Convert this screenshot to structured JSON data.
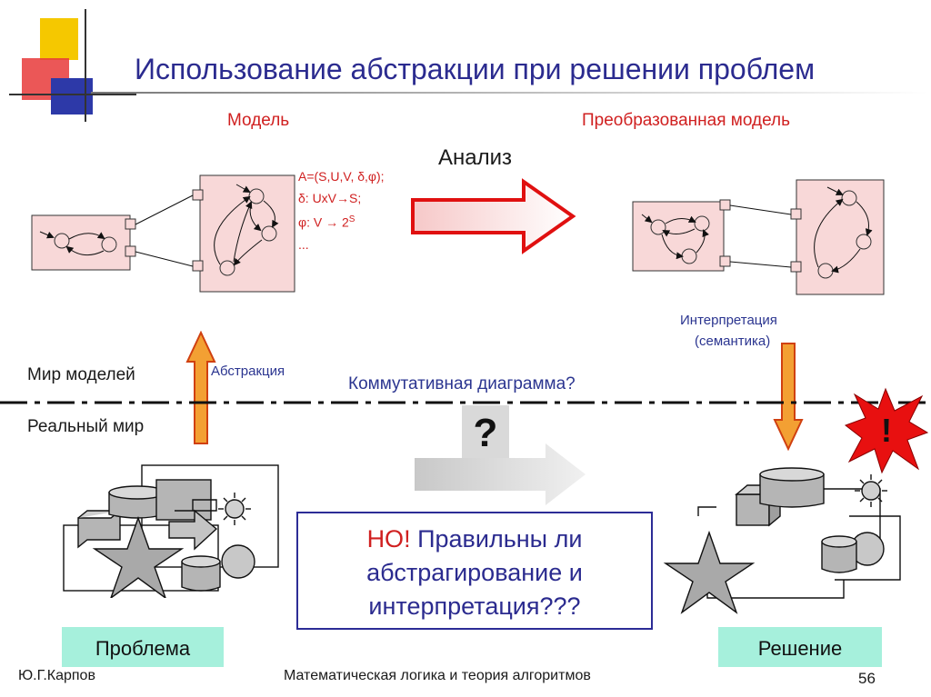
{
  "slide": {
    "title": "Использование абстракции при решении проблем",
    "model_label": "Модель",
    "transformed_model_label": "Преобразованная модель",
    "analysis_label": "Анализ",
    "formula": {
      "line1": "A=(S,U,V, δ,φ);",
      "line2": "δ: UxV→S;",
      "line3_prefix": "φ: V → 2",
      "line3_sup": "S",
      "line4": "..."
    },
    "interpretation_label": "Интерпретация",
    "semantics_label": "(семантика)",
    "abstraction_label": "Абстракция",
    "model_world_label": "Мир моделей",
    "real_world_label": "Реальный мир",
    "commutative_label": "Коммутативная диаграмма?",
    "question_mark": "?",
    "exclamation": "!",
    "warning": {
      "prefix": "НО!",
      "line1_rest": " Правильны ли",
      "line2": "абстрагирование и",
      "line3": "интерпретация???"
    },
    "problem_label": "Проблема",
    "solution_label": "Решение"
  },
  "footer": {
    "author": "Ю.Г.Карпов",
    "course": "Математическая логика и теория алгоритмов",
    "page": "56"
  },
  "colors": {
    "title": "#2b2b8f",
    "accent_red": "#d02020",
    "label_bg": "#a6f0dc",
    "model_fill": "#f8d8d8",
    "orange_arrow": "#f3a033"
  }
}
